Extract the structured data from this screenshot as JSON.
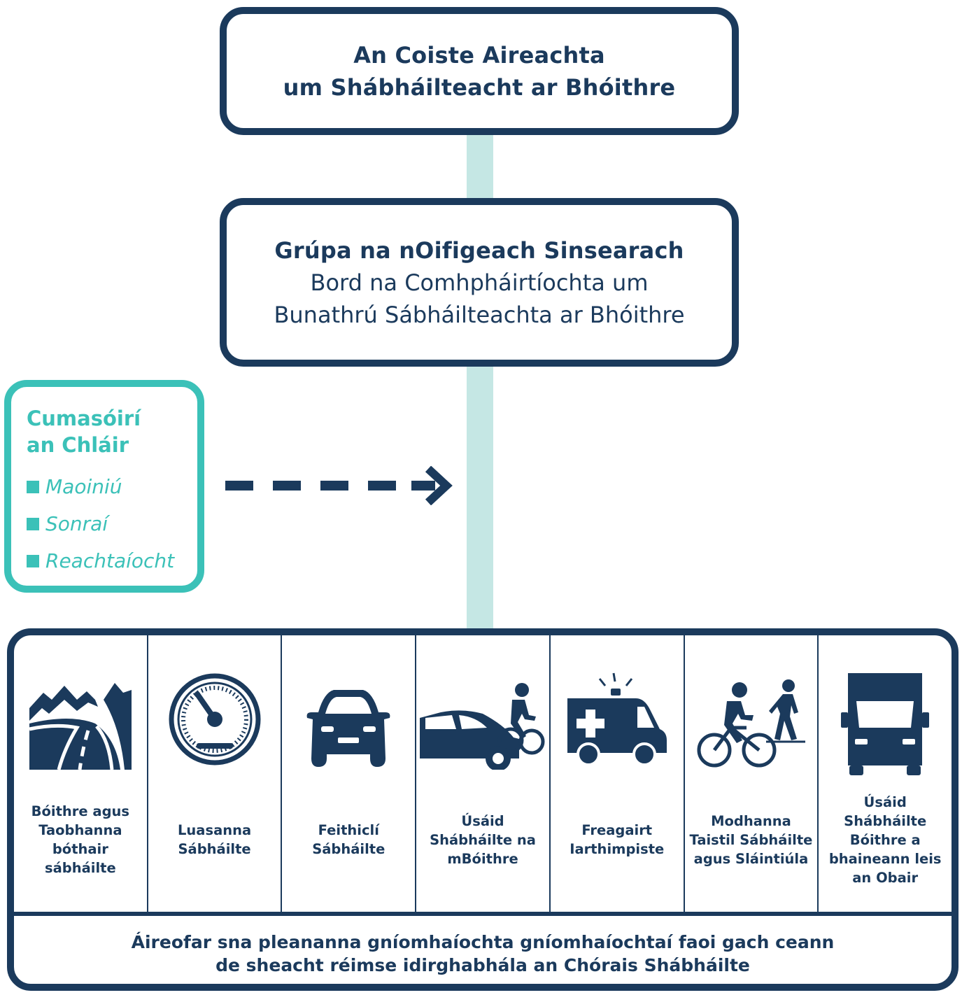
{
  "top": {
    "line1": "An Coiste Aireachta",
    "line2": "um Shábháilteacht ar Bhóithre"
  },
  "middle": {
    "title": "Grúpa na nOifigeach Sinsearach",
    "sub1": "Bord na Comhpháirtíochta um",
    "sub2": "Bunathrú Sábháilteachta ar Bhóithre"
  },
  "enablers": {
    "title1": "Cumasóirí",
    "title2": "an Chláir",
    "items": [
      "Maoiniú",
      "Sonraí",
      "Reachtaíocht"
    ]
  },
  "areas": [
    {
      "icon": "road-icon",
      "label": "Bóithre agus Taobhanna bóthair sábháilte"
    },
    {
      "icon": "speedometer-icon",
      "label": "Luasanna Sábháilte"
    },
    {
      "icon": "car-icon",
      "label": "Feithiclí Sábháilte"
    },
    {
      "icon": "car-cyclist-icon",
      "label": "Úsáid Shábháilte na mBóithre"
    },
    {
      "icon": "ambulance-icon",
      "label": "Freagairt Iarthimpiste"
    },
    {
      "icon": "cyclist-pedestrian-icon",
      "label": "Modhanna Taistil Sábháilte agus Sláintiúla"
    },
    {
      "icon": "truck-icon",
      "label": "Úsáid Shábháilte Bóithre a bhaineann leis an Obair"
    }
  ],
  "footer": {
    "line1": "Áireofar sna pleananna gníomhaíochta gníomhaíochtaí faoi gach ceann",
    "line2": "de sheacht réimse idirghabhála an Chórais Shábháilte"
  },
  "colors": {
    "navy": "#1b3a5c",
    "teal": "#3bc1b8",
    "light_teal": "#c5e7e4"
  }
}
